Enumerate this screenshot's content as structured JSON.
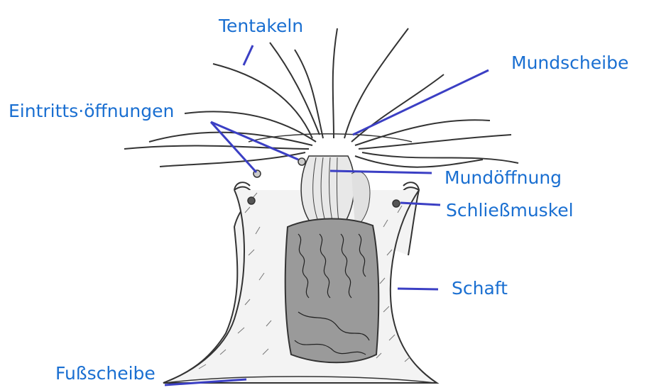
{
  "colors": {
    "label_text": "#1a6fd1",
    "leader_line": "#3b3fc4",
    "drawing_stroke": "#333333",
    "body_fill": "#f3f3f3",
    "background": "#ffffff"
  },
  "labels": {
    "tentakeln": "Tentakeln",
    "mundscheibe": "Mundscheibe",
    "eintrittsoeffnungen": "Eintritts·öffnungen",
    "mundoeffnung": "Mundöffnung",
    "schliessmuskel": "Schließmuskel",
    "schaft": "Schaft",
    "fussscheibe": "Fußscheibe"
  }
}
